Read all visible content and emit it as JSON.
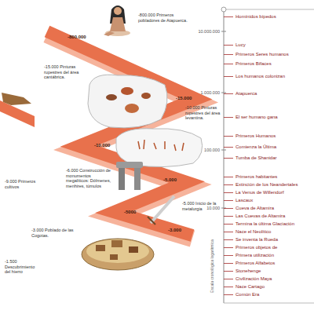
{
  "diagram": {
    "nodes": [
      {
        "text": [
          "-800.000"
        ]
      },
      {
        "text": [
          "-15.000"
        ]
      },
      {
        "text": [
          "-10.000"
        ]
      },
      {
        "text": [
          "-5.000"
        ]
      },
      {
        "text": [
          "-5000"
        ]
      },
      {
        "text": [
          "-3.000"
        ]
      }
    ],
    "labels": [
      "-800.000 Primeros pobladores de Atapuerca.",
      "-15.000 Pinturas rupestres del área cantábrica.",
      "-10.000 Pinturas rupestres del área levantina.",
      "-6.000 Construcción de monumentos megalíticos: Dólmenes, menhires, túmulos",
      "-5.000 Inicio de la metalurgia",
      "-3.000 Poblado de las Cogotas.",
      "-9.000 Primeros cultivos",
      "-1.500 Descubrimiento del hierro",
      "10.000.000",
      "1.000.000",
      "100.000",
      "10.000",
      "Escala cronológica logarítmica",
      "Homínidos bípedos",
      "Lucy",
      "Primeros Seres humanos",
      "Primeros Bífaces",
      "Los humanos colonizan",
      "Atapuerca",
      "El ser humano gana",
      "Primeros Humanos",
      "Comienza la Última",
      "Tumba de Shanidar",
      "Primeros habitantes",
      "Extinción de los Neandertales",
      "La Venus de Willendorf",
      "Lascaux",
      "Cueva de Altamira",
      "Las Cuevas de Altamira",
      "Termina la última Glaciación",
      "Nace el Neolítico",
      "Se inventa la Rueda",
      "Primeros objetos de",
      "Primera utilización",
      "Primeros Alfabetos",
      "Stonehenge",
      "Civilización Maya",
      "Nace Cartago",
      "Común Era"
    ]
  }
}
